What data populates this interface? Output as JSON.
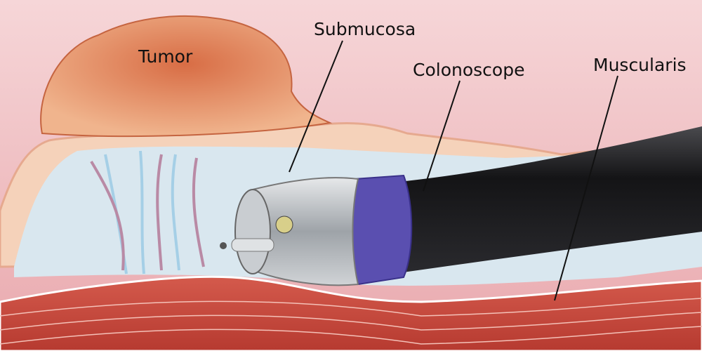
{
  "labels": {
    "tumor": "Tumor",
    "submucosa": "Submucosa",
    "colonoscope": "Colonoscope",
    "muscularis": "Muscularis"
  },
  "colors": {
    "background": "#f3c9cc",
    "tumor": "#e08a62",
    "mucosa": "#f5d0b8",
    "submucosa": "#d8e6ee",
    "muscle": "#c9453a",
    "scope": "#1c1c1e",
    "scope_band": "#5a4fb0"
  }
}
